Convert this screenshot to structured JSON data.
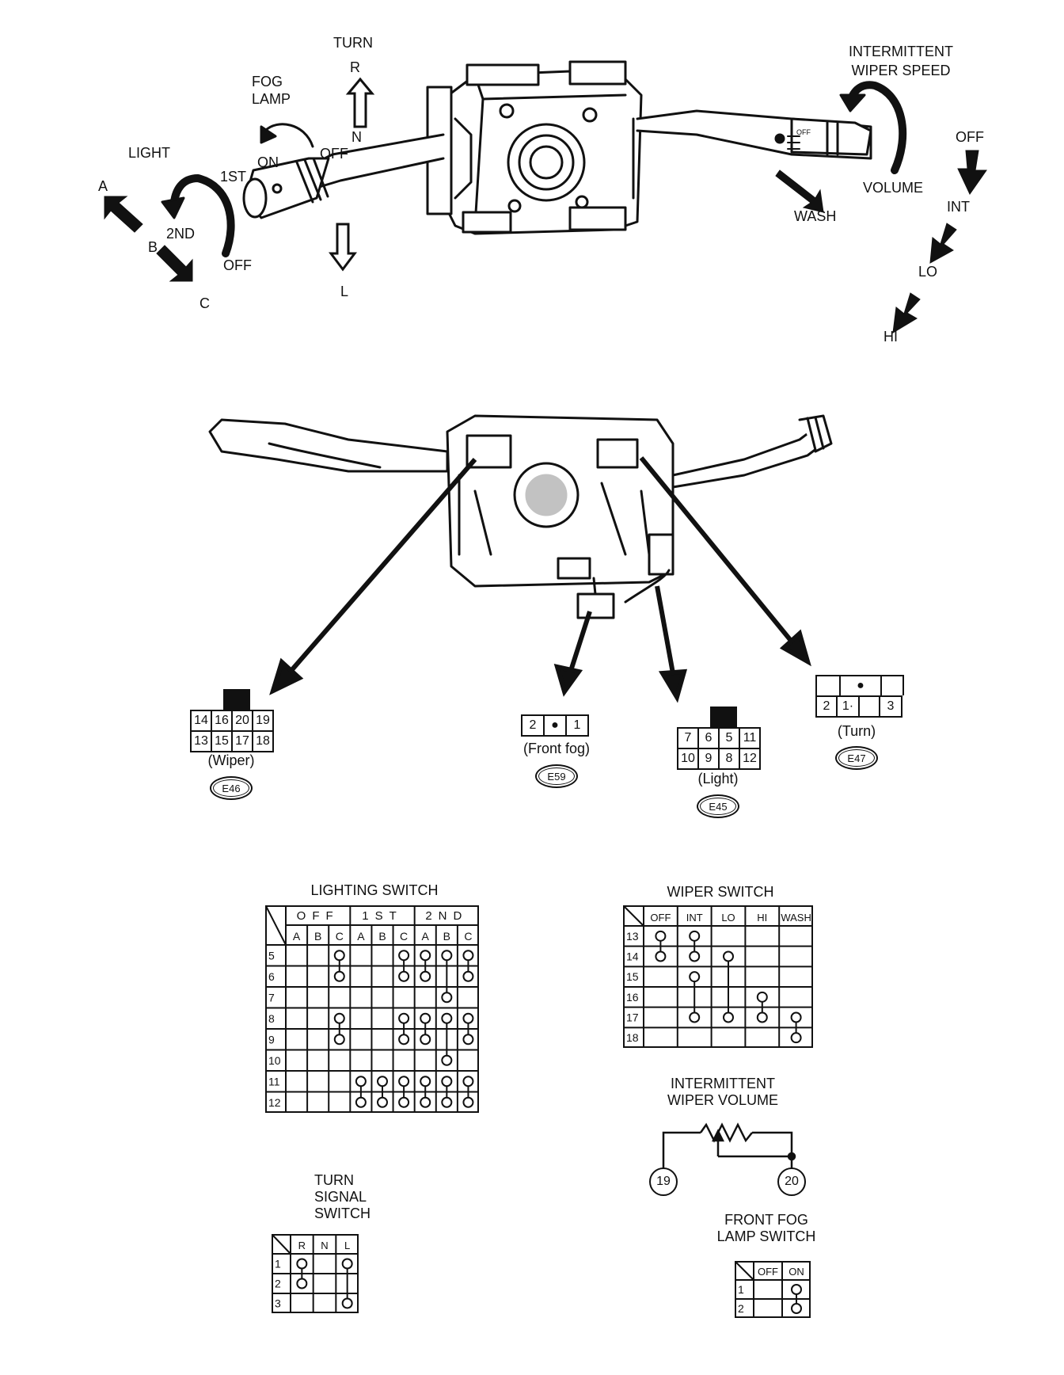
{
  "labels": {
    "turn": "TURN",
    "turn_r": "R",
    "turn_n": "N",
    "turn_l": "L",
    "fog_lamp": "FOG\nLAMP",
    "fog_off": "OFF",
    "fog_on": "ON",
    "light": "LIGHT",
    "light_1st": "1ST",
    "light_2nd": "2ND",
    "light_off": "OFF",
    "pos_a": "A",
    "pos_b": "B",
    "pos_c": "C",
    "intermittent_wiper_speed": "INTERMITTENT\nWIPER SPEED",
    "volume": "VOLUME",
    "wash": "WASH",
    "wiper_off": "OFF",
    "wiper_int": "INT",
    "wiper_lo": "LO",
    "wiper_hi": "HI",
    "stalk_off_mark": "OFF"
  },
  "connectors": {
    "wiper": {
      "rows": [
        [
          "14",
          "16",
          "20",
          "19"
        ],
        [
          "13",
          "15",
          "17",
          "18"
        ]
      ],
      "name": "(Wiper)",
      "code": "E46"
    },
    "front_fog": {
      "cells": [
        "2",
        "●",
        "1"
      ],
      "name": "(Front fog)",
      "code": "E59"
    },
    "light": {
      "rows": [
        [
          "7",
          "6",
          "5",
          "11"
        ],
        [
          "10",
          "9",
          "8",
          "12"
        ]
      ],
      "name": "(Light)",
      "code": "E45"
    },
    "turn": {
      "top": [
        "",
        "●",
        ""
      ],
      "bottom": [
        "2",
        "1·",
        "",
        "3"
      ],
      "name": "(Turn)",
      "code": "E47"
    }
  },
  "lighting_switch": {
    "title": "LIGHTING SWITCH",
    "groups": [
      "OFF",
      "1ST",
      "2ND"
    ],
    "positions": [
      "A",
      "B",
      "C",
      "A",
      "B",
      "C",
      "A",
      "B",
      "C"
    ],
    "terminals": [
      "5",
      "6",
      "7",
      "8",
      "9",
      "10",
      "11",
      "12"
    ],
    "continuity": [
      {
        "col": 2,
        "from": "5",
        "to": "6"
      },
      {
        "col": 5,
        "from": "5",
        "to": "6"
      },
      {
        "col": 6,
        "from": "5",
        "to": "6"
      },
      {
        "col": 7,
        "from": "5",
        "to": "7"
      },
      {
        "col": 8,
        "from": "5",
        "to": "6"
      },
      {
        "col": 2,
        "from": "8",
        "to": "9"
      },
      {
        "col": 5,
        "from": "8",
        "to": "9"
      },
      {
        "col": 6,
        "from": "8",
        "to": "9"
      },
      {
        "col": 7,
        "from": "8",
        "to": "10"
      },
      {
        "col": 8,
        "from": "8",
        "to": "9"
      },
      {
        "col": 3,
        "from": "11",
        "to": "12"
      },
      {
        "col": 4,
        "from": "11",
        "to": "12"
      },
      {
        "col": 5,
        "from": "11",
        "to": "12"
      },
      {
        "col": 6,
        "from": "11",
        "to": "12"
      },
      {
        "col": 7,
        "from": "11",
        "to": "12"
      },
      {
        "col": 8,
        "from": "11",
        "to": "12"
      }
    ]
  },
  "wiper_switch": {
    "title": "WIPER SWITCH",
    "positions": [
      "OFF",
      "INT",
      "LO",
      "HI",
      "WASH"
    ],
    "terminals": [
      "13",
      "14",
      "15",
      "16",
      "17",
      "18"
    ],
    "continuity": [
      {
        "col": 0,
        "from": "13",
        "to": "14"
      },
      {
        "col": 1,
        "from": "13",
        "to": "14"
      },
      {
        "col": 1,
        "from": "15",
        "to": "17"
      },
      {
        "col": 2,
        "from": "14",
        "to": "17"
      },
      {
        "col": 3,
        "from": "16",
        "to": "17"
      },
      {
        "col": 4,
        "from": "17",
        "to": "18"
      }
    ]
  },
  "intermittent_volume": {
    "title": "INTERMITTENT\nWIPER VOLUME",
    "terminal_a": "19",
    "terminal_b": "20"
  },
  "turn_signal_switch": {
    "title": "TURN\nSIGNAL\nSWITCH",
    "positions": [
      "R",
      "N",
      "L"
    ],
    "terminals": [
      "1",
      "2",
      "3"
    ],
    "continuity": [
      {
        "col": 0,
        "from": "1",
        "to": "2"
      },
      {
        "col": 2,
        "from": "1",
        "to": "3"
      }
    ]
  },
  "front_fog_switch": {
    "title": "FRONT FOG\nLAMP SWITCH",
    "positions": [
      "OFF",
      "ON"
    ],
    "terminals": [
      "1",
      "2"
    ],
    "continuity": [
      {
        "col": 1,
        "from": "1",
        "to": "2"
      }
    ]
  }
}
